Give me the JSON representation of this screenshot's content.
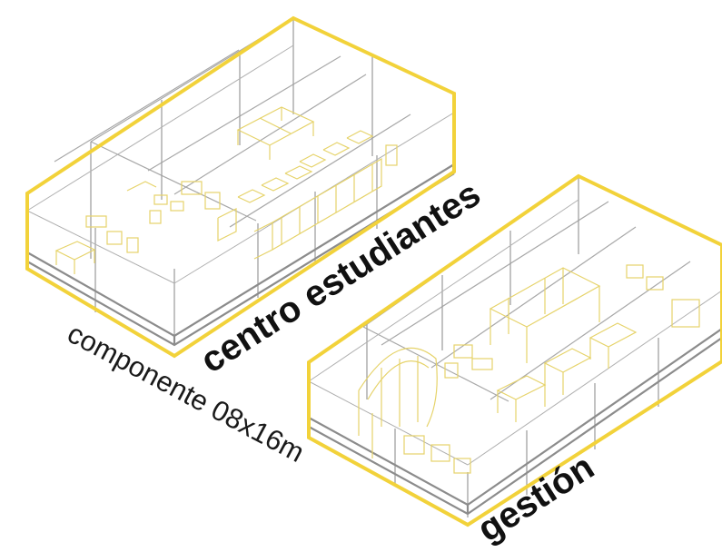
{
  "labels": {
    "centro": "centro estudiantes",
    "gestion": "gestión",
    "componente": "componente 08x16m"
  },
  "colors": {
    "outline": "#f2d23a",
    "furniture": "#e6d36a",
    "wireframe": "#9a9a9a",
    "slab": "#8c8c8c",
    "text": "#111111"
  }
}
